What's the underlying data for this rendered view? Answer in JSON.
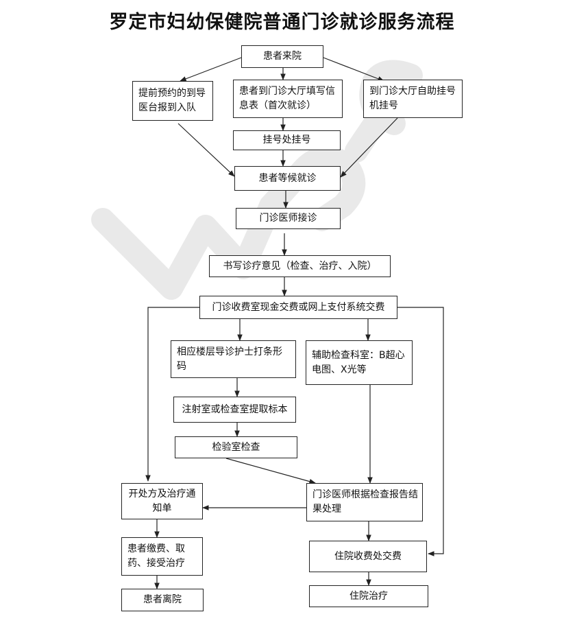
{
  "title": "罗定市妇幼保健院普通门诊就诊服务流程",
  "watermark": "WPS",
  "colors": {
    "line": "#222222",
    "watermark": "#e9e9e9"
  },
  "nodes": {
    "arrive": "患者来院",
    "appointment": "提前预约的到导医台报到入队",
    "fill_info": "患者到门诊大厅填写信息表（首次就诊）",
    "self_register": "到门诊大厅自助挂号机挂号",
    "register_desk": "挂号处挂号",
    "wait": "患者等候就诊",
    "doctor": "门诊医师接诊",
    "opinion": "书写诊疗意见（检查、治疗、入院）",
    "payment": "门诊收费室现金交费或网上支付系统交费",
    "nurse_barcode": "相应楼层导诊护士打条形码",
    "aux_exam": "辅助检查科室：B超心电图、X光等",
    "sample": "注射室或检查室提取标本",
    "lab": "检验室检查",
    "prescription": "开处方及治疗通知单",
    "report": "门诊医师根据检查报告结果处理",
    "pay_treat": "患者缴费、取药、接受治疗",
    "inpatient_pay": "住院收费处交费",
    "leave": "患者离院",
    "inpatient": "住院治疗"
  }
}
